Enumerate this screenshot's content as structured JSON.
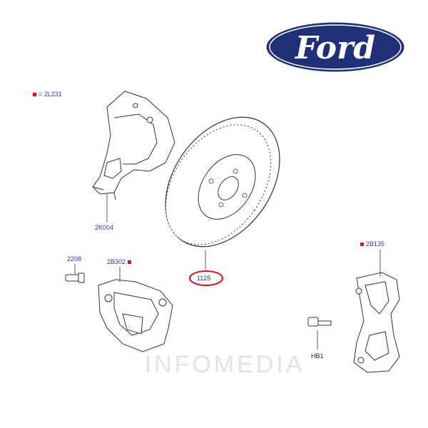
{
  "brand": {
    "logo_text": "Ford",
    "color": "#1f2f78"
  },
  "watermark": {
    "text": "INFOMEDIA"
  },
  "callouts": {
    "shield_ref": "= 2L231",
    "shield": "2K004",
    "disc": "1125",
    "caliper": "2B302",
    "bleed_screw": "2208",
    "anchor_plate": "2B135",
    "bolt": "HB1"
  },
  "colors": {
    "callout_text": "#2b3a8c",
    "marker": "#e0101a",
    "highlight_ring": "#d4141c",
    "line_art": "#333333"
  }
}
